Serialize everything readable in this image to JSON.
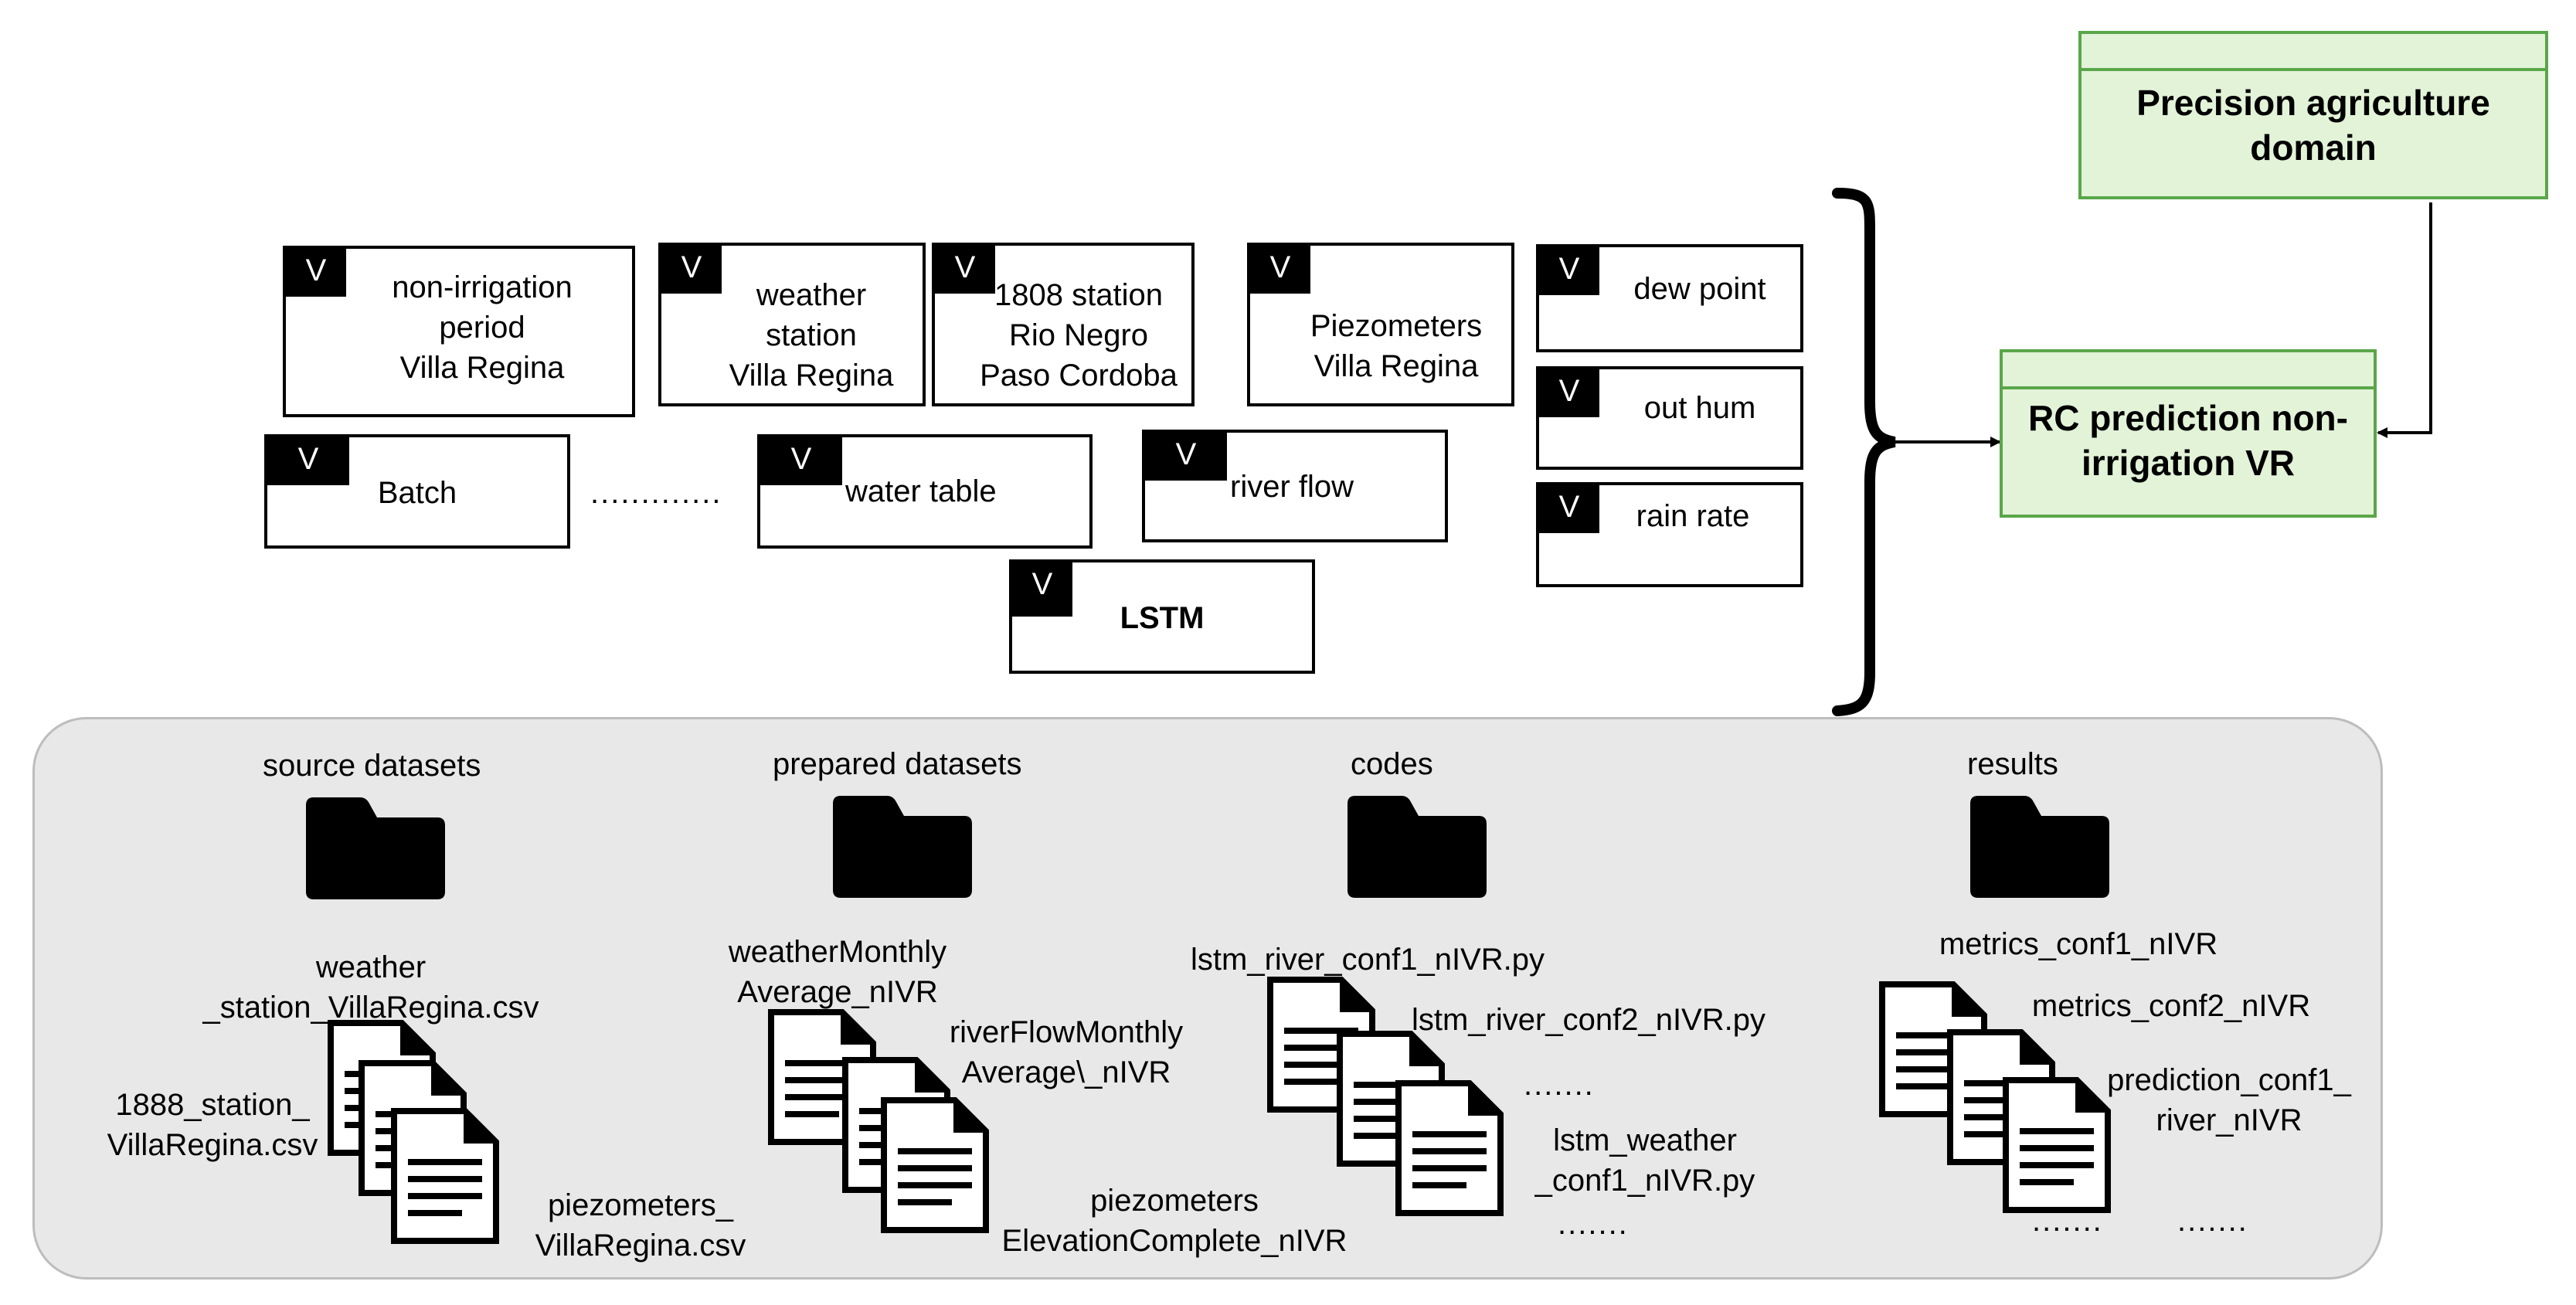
{
  "domain_box": {
    "label": "Precision agriculture\ndomain"
  },
  "prediction_box": {
    "label": "RC prediction non-\nirrigation VR"
  },
  "variables": {
    "tag": "V",
    "non_irrigation": "non-irrigation\nperiod\nVilla Regina",
    "weather_station": "weather\nstation\nVilla Regina",
    "station_1808": "1808 station\nRio Negro\nPaso Cordoba",
    "piezometers": "Piezometers\nVilla Regina",
    "dew_point": "dew point",
    "out_hum": "out hum",
    "rain_rate": "rain rate",
    "batch": "Batch",
    "water_table": "water table",
    "river_flow": "river flow",
    "lstm": "LSTM",
    "ellipsis": "............."
  },
  "folders": {
    "source": {
      "label": "source datasets",
      "files": [
        "weather\n_station_VillaRegina.csv",
        "1888_station_\nVillaRegina.csv",
        "piezometers_\nVillaRegina.csv"
      ]
    },
    "prepared": {
      "label": "prepared datasets",
      "files": [
        "weatherMonthly\nAverage_nIVR",
        "riverFlowMonthly\nAverage\\_nIVR",
        "piezometers\nElevationComplete_nIVR"
      ]
    },
    "codes": {
      "label": "codes",
      "files": [
        "lstm_river_conf1_nIVR.py",
        "lstm_river_conf2_nIVR.py",
        "lstm_weather\n_conf1_nIVR.py"
      ],
      "dots": [
        ".......",
        "......."
      ]
    },
    "results": {
      "label": "results",
      "files": [
        "metrics_conf1_nIVR",
        "metrics_conf2_nIVR",
        "prediction_conf1_\nriver_nIVR"
      ],
      "dots": [
        ".......",
        "......."
      ]
    }
  }
}
